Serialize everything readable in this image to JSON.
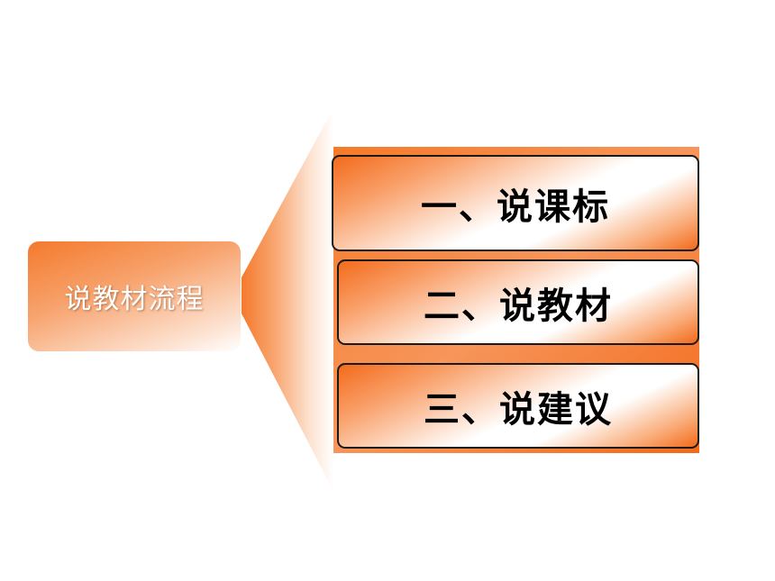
{
  "diagram": {
    "source_label": "说教材流程",
    "items": [
      {
        "label": "一、说课标"
      },
      {
        "label": "二、说教材"
      },
      {
        "label": "三、说建议"
      }
    ]
  },
  "colors": {
    "accent": "#f26a1a",
    "accent_light": "#f9a06a",
    "border": "#1a1a1a",
    "background": "#ffffff"
  }
}
